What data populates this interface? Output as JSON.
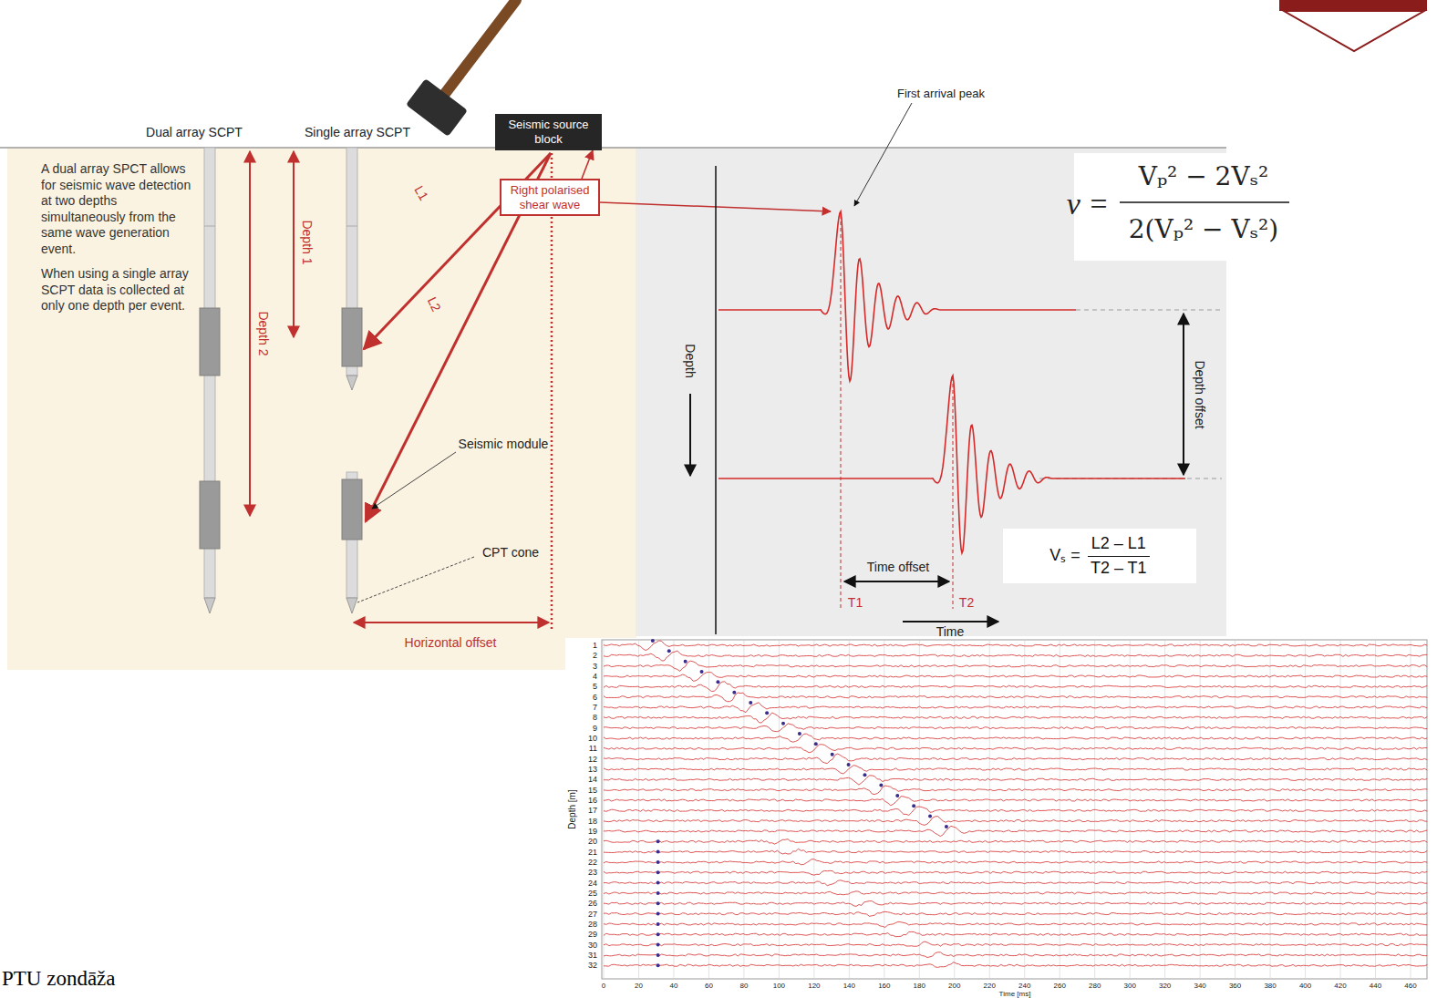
{
  "diagram": {
    "nodes": [
      {
        "text": [
          "Seismic source block"
        ]
      },
      {
        "text": [
          "Right polarised shear wave"
        ]
      },
      {
        "text": [
          "Vₛ =",
          "L2 – L1",
          "T2 – T1"
        ]
      }
    ],
    "edges": [
      {
        "from": 1,
        "to": 0,
        "arrow": "to"
      }
    ],
    "labels": [
      "Dual array SCPT",
      "Single array SCPT",
      "A dual array SPCT allows for seismic wave detection at two depths simultaneously from the same wave generation event.",
      "When using a single array SCPT data is collected at only one depth per event.",
      "Depth 1",
      "Depth 2",
      "L1",
      "L2",
      "Seismic module",
      "CPT cone",
      "Horizontal offset",
      "First arrival peak",
      "Depth",
      "Depth offset",
      "Time offset",
      "T1",
      "T2",
      "Time",
      "ν =",
      "Vₚ² − 2Vₛ²",
      "2(Vₚ² − Vₛ²)",
      "Depth [m]",
      "Time [ms]",
      "PTU zondāža",
      "1",
      "2",
      "3",
      "4",
      "5",
      "6",
      "7",
      "8",
      "9",
      "10",
      "11",
      "12",
      "13",
      "14",
      "15",
      "16",
      "17",
      "18",
      "19",
      "20",
      "21",
      "22",
      "23",
      "24",
      "25",
      "26",
      "27",
      "28",
      "29",
      "30",
      "31",
      "32",
      "0",
      "20",
      "40",
      "60",
      "80",
      "100",
      "120",
      "140",
      "160",
      "180",
      "200",
      "220",
      "240",
      "260",
      "280",
      "300",
      "320",
      "340",
      "360",
      "380",
      "400",
      "420",
      "440",
      "460"
    ]
  }
}
